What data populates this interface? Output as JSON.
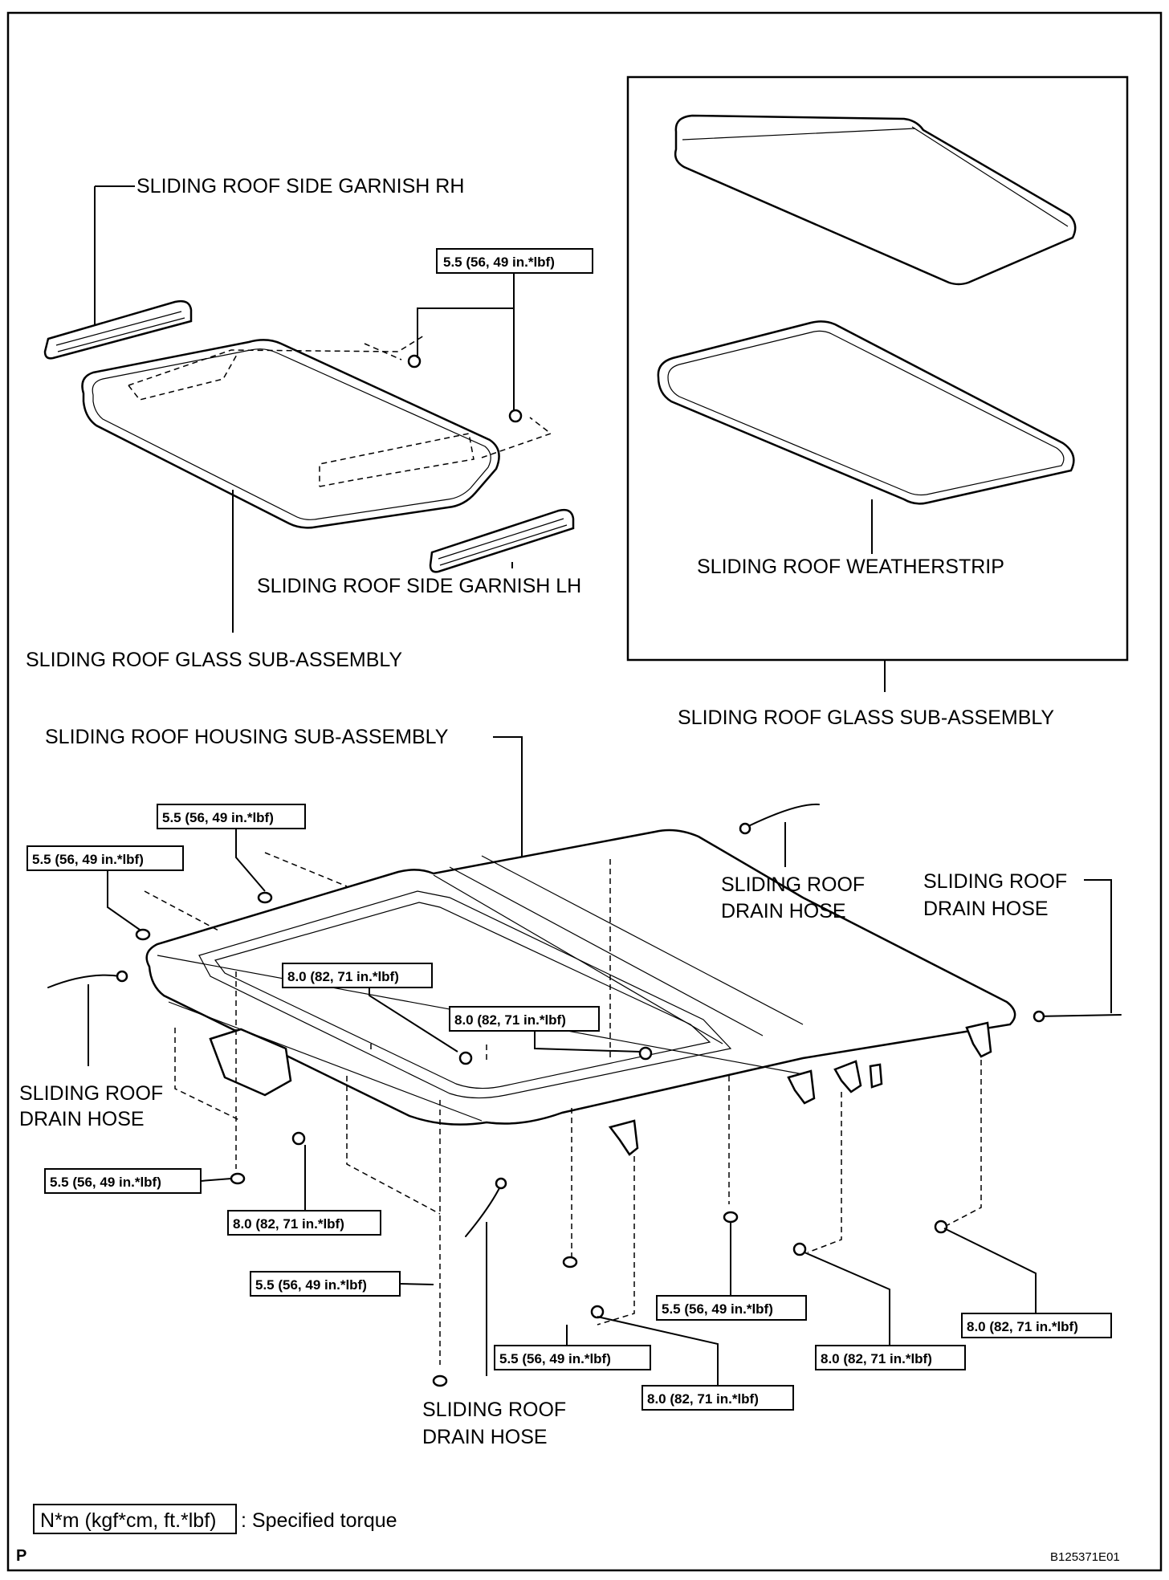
{
  "labels": {
    "side_garnish_rh": "SLIDING ROOF SIDE GARNISH RH",
    "side_garnish_lh": "SLIDING ROOF SIDE GARNISH LH",
    "glass_sub_assembly_left": "SLIDING ROOF GLASS SUB-ASSEMBLY",
    "weatherstrip": "SLIDING ROOF WEATHERSTRIP",
    "glass_sub_assembly_right": "SLIDING ROOF GLASS SUB-ASSEMBLY",
    "housing_sub_assembly": "SLIDING ROOF HOUSING SUB-ASSEMBLY",
    "drain_hose_top_center": [
      "SLIDING ROOF",
      "DRAIN HOSE"
    ],
    "drain_hose_right": [
      "SLIDING ROOF",
      "DRAIN HOSE"
    ],
    "drain_hose_left": [
      "SLIDING ROOF",
      "DRAIN HOSE"
    ],
    "drain_hose_bottom": [
      "SLIDING ROOF",
      "DRAIN HOSE"
    ]
  },
  "torques": {
    "t_5_5": "5.5 (56, 49 in.*lbf)",
    "t_8_0": "8.0 (82, 71 in.*lbf)"
  },
  "legend": {
    "unit_box": "N*m (kgf*cm, ft.*lbf)",
    "description": ": Specified torque"
  },
  "footer": {
    "page_letter": "P",
    "figure_code": "B125371E01"
  }
}
